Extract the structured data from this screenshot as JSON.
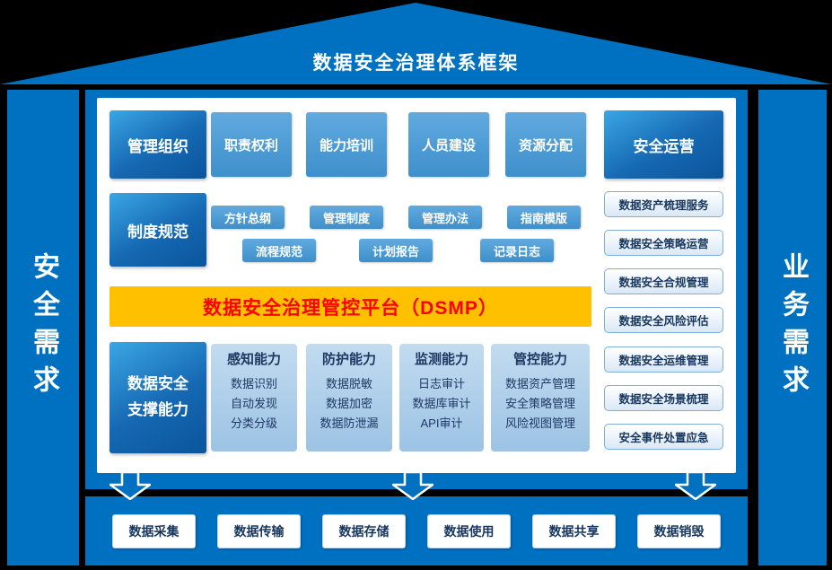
{
  "title": "数据安全治理体系框架",
  "left_pillar": "安全需求",
  "right_pillar": "业务需求",
  "management": {
    "header": "管理组织",
    "items": [
      "职责权利",
      "能力培训",
      "人员建设",
      "资源分配"
    ]
  },
  "regulation": {
    "header": "制度规范",
    "row1": [
      "方针总纲",
      "管理制度",
      "管理办法",
      "指南模版"
    ],
    "row2": [
      "流程规范",
      "计划报告",
      "记录日志"
    ]
  },
  "platform_banner": "数据安全治理管控平台（DSMP）",
  "support": {
    "header": "数据安全支撑能力",
    "columns": [
      {
        "title": "感知能力",
        "items": [
          "数据识别",
          "自动发现",
          "分类分级"
        ]
      },
      {
        "title": "防护能力",
        "items": [
          "数据脱敏",
          "数据加密",
          "数据防泄漏"
        ]
      },
      {
        "title": "监测能力",
        "items": [
          "日志审计",
          "数据库审计",
          "API审计"
        ]
      },
      {
        "title": "管控能力",
        "items": [
          "数据资产管理",
          "安全策略管理",
          "风险视图管理"
        ]
      }
    ]
  },
  "operations": {
    "header": "安全运营",
    "items": [
      "数据资产梳理服务",
      "数据安全策略运营",
      "数据安全合规管理",
      "数据安全风险评估",
      "数据安全运维管理",
      "数据安全场景梳理",
      "安全事件处置应急"
    ]
  },
  "lifecycle": [
    "数据采集",
    "数据传输",
    "数据存储",
    "数据使用",
    "数据共享",
    "数据销毁"
  ],
  "colors": {
    "background": "#000000",
    "primary_blue": "#0070C0",
    "header_blue_dark": "#0B559C",
    "item_blue": "#3E8FCB",
    "capability_light_blue": "#9CC3E4",
    "banner_orange": "#FFC000",
    "banner_text_red": "#FF0000",
    "dark_navy_text": "#17365D"
  }
}
